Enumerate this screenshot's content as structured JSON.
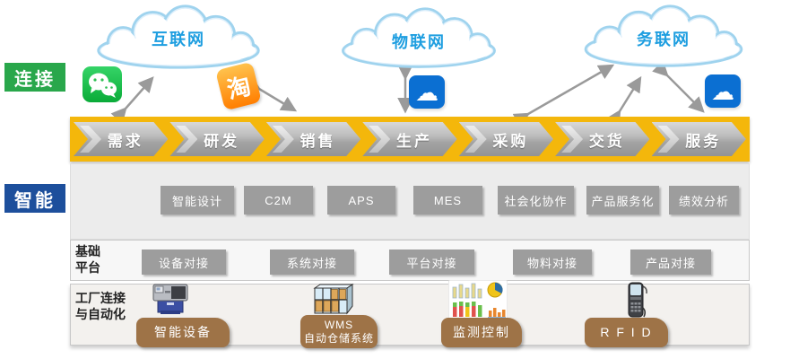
{
  "tags": {
    "connect": "连接",
    "intelligent": "智能"
  },
  "clouds": [
    {
      "label": "互联网"
    },
    {
      "label": "物联网"
    },
    {
      "label": "务联网"
    }
  ],
  "chain": {
    "steps": [
      "需求",
      "研发",
      "销售",
      "生产",
      "采购",
      "交货",
      "服务"
    ]
  },
  "smart_row": {
    "boxes": [
      "智能设计",
      "C2M",
      "APS",
      "MES",
      "社会化协作",
      "产品服务化",
      "绩效分析"
    ]
  },
  "platform_row": {
    "label_line1": "基础",
    "label_line2": "平台",
    "boxes": [
      "设备对接",
      "系统对接",
      "平台对接",
      "物料对接",
      "产品对接"
    ]
  },
  "factory_row": {
    "label_line1": "工厂连接",
    "label_line2": "与自动化",
    "items": [
      {
        "icon": "cnc-machine-icon",
        "line1": "智能设备",
        "line2": ""
      },
      {
        "icon": "warehouse-rack-icon",
        "line1": "WMS",
        "line2": "自动仓储系统"
      },
      {
        "icon": "monitoring-charts-icon",
        "line1": "监测控制",
        "line2": ""
      },
      {
        "icon": "rfid-scanner-icon",
        "line1": "R F I D",
        "line2": ""
      }
    ]
  },
  "app_icons": {
    "taobao_glyph": "淘",
    "cloud_glyph": "☁"
  },
  "colors": {
    "accent_gold": "#F4B70B",
    "tag_green": "#29A74B",
    "tag_blue": "#1D4F9C",
    "cloud_text_blue": "#1E9EE0",
    "cloud_outline": "#9FD3EE",
    "box_gray": "#9D9D9D",
    "label_brown": "#9E7347",
    "wechat_green": "#0AAB38",
    "taobao_orange": "#FF7E00",
    "cloud_app_blue": "#0B6FD2",
    "arrow_gray": "#9A9A9A"
  }
}
